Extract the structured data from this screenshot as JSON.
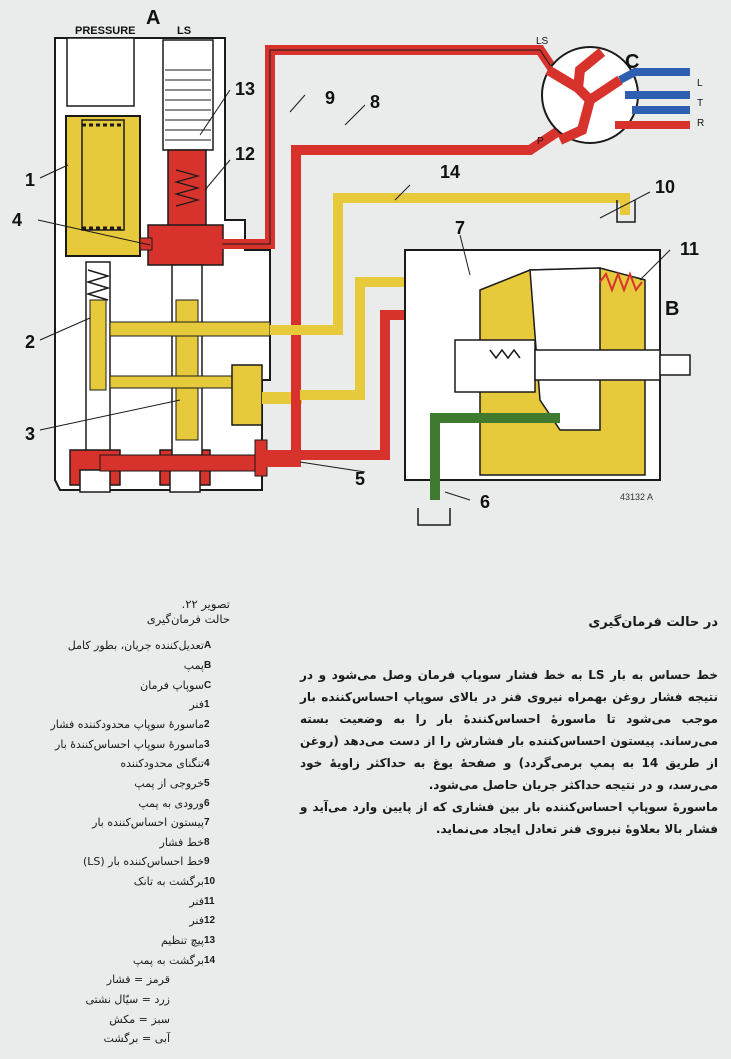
{
  "diagram": {
    "top_labels": {
      "pressure": "PRESSURE",
      "ls": "LS",
      "section_a": "A"
    },
    "section_b": "B",
    "section_c": "C",
    "callouts": [
      "1",
      "2",
      "3",
      "4",
      "5",
      "6",
      "7",
      "8",
      "9",
      "10",
      "11",
      "12",
      "13",
      "14"
    ],
    "valve_ports": {
      "ls": "LS",
      "p": "P",
      "l": "L",
      "t": "T",
      "r": "R"
    },
    "figure_code": "43132 A",
    "colors": {
      "pressure_red": "#d8322c",
      "oil_yellow": "#e7c93c",
      "suction_green": "#3f7a2e",
      "return_blue": "#2f5fb0",
      "body": "#ffffff",
      "outline": "#1a1a1a"
    }
  },
  "caption": {
    "figure": "تصویر ۲۲.",
    "subtitle": "حالت فرمان‌گیری",
    "legend": [
      {
        "key": "A",
        "text": "تعدیل‌کننده جریان، بطور کامل"
      },
      {
        "key": "B",
        "text": "پمپ"
      },
      {
        "key": "C",
        "text": "سوپاپ فرمان"
      },
      {
        "key": "1",
        "text": "فنر"
      },
      {
        "key": "2",
        "text": "ماسورهٔ سوپاپ محدودکننده فشار"
      },
      {
        "key": "3",
        "text": "ماسورهٔ سوپاپ احساس‌کنندهٔ بار"
      },
      {
        "key": "4",
        "text": "تنگنای محدودکننده"
      },
      {
        "key": "5",
        "text": "خروجی از پمپ"
      },
      {
        "key": "6",
        "text": "ورودی به پمپ"
      },
      {
        "key": "7",
        "text": "پیستون احساس‌کننده بار"
      },
      {
        "key": "8",
        "text": "خط فشار"
      },
      {
        "key": "9",
        "text": "خط احساس‌کننده بار (LS)"
      },
      {
        "key": "10",
        "text": "برگشت به تانک"
      },
      {
        "key": "11",
        "text": "فنر"
      },
      {
        "key": "12",
        "text": "فنر"
      },
      {
        "key": "13",
        "text": "پیچ تنظیم"
      },
      {
        "key": "14",
        "text": "برگشت به پمپ"
      }
    ],
    "color_key": [
      "قرمز = فشار",
      "زرد = سیّال نشتی",
      "سبز = مکش",
      "آبی = برگشت"
    ]
  },
  "article": {
    "heading": "در حالت فرمان‌گیری",
    "paragraph1": "خط حساس به بار LS به خط فشار سوپاپ فرمان وصل می‌شود و در نتیجه فشار روغن بهمراه نیروی فنر در بالای سوپاپ احساس‌کننده بار موجب می‌شود تا ماسورهٔ احساس‌کنندهٔ بار را به وضعیت بسته می‌رساند. پیستون احساس‌کننده بار فشارش را از دست می‌دهد (روغن از طریق 14 به پمپ برمی‌گردد) و صفحهٔ یوغ به حداکثر زاویهٔ خود می‌رسد، و در نتیجه حداکثر جریان حاصل می‌شود.",
    "paragraph2": "ماسورهٔ سوپاپ احساس‌کننده بار بین فشاری که از پایین وارد می‌آید و فشار بالا بعلاوهٔ نیروی فنر تعادل ایجاد می‌نماید."
  }
}
